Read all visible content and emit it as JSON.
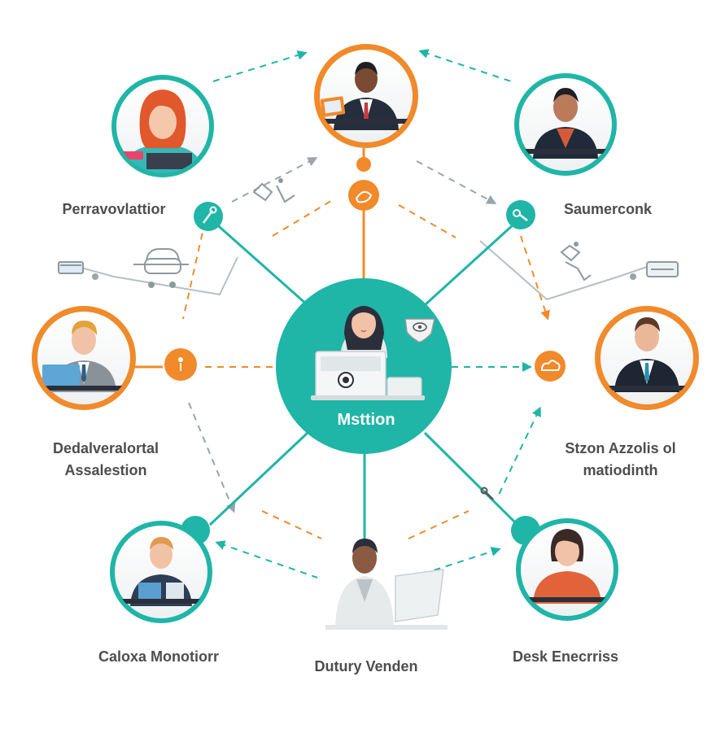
{
  "colors": {
    "teal": "#1fb5a7",
    "orange": "#f08a2b",
    "label": "#4d4d4d",
    "connector": "#9aa5a8"
  },
  "hub": {
    "label": "Msttion",
    "icon": "presenter-with-projector-icon"
  },
  "nodes": [
    {
      "id": "top-left",
      "label": [
        "Perravovlattior"
      ],
      "ring": "teal",
      "avatar": "red-haired-woman-at-laptop"
    },
    {
      "id": "top-center",
      "label": [],
      "ring": "orange",
      "avatar": "man-in-suit-with-tablet"
    },
    {
      "id": "top-right",
      "label": [
        "Saumerconk"
      ],
      "ring": "teal",
      "avatar": "man-in-red-shirt"
    },
    {
      "id": "mid-left",
      "label": [
        "Dedalveralortal",
        "Assalestion"
      ],
      "ring": "orange",
      "avatar": "blond-man-with-laptop"
    },
    {
      "id": "mid-right",
      "label": [
        "Stzon Azzolis ol",
        "matiodinth"
      ],
      "ring": "orange",
      "avatar": "man-in-suit-and-tie"
    },
    {
      "id": "bottom-left",
      "label": [
        "Caloxa Monotiorr"
      ],
      "ring": "teal",
      "avatar": "man-at-desk"
    },
    {
      "id": "bottom-center",
      "label": [
        "Dutury Venden"
      ],
      "ring": "none",
      "avatar": "woman-at-computer"
    },
    {
      "id": "bottom-right",
      "label": [
        "Desk Enecrriss"
      ],
      "ring": "teal",
      "avatar": "woman-in-orange-top"
    }
  ]
}
